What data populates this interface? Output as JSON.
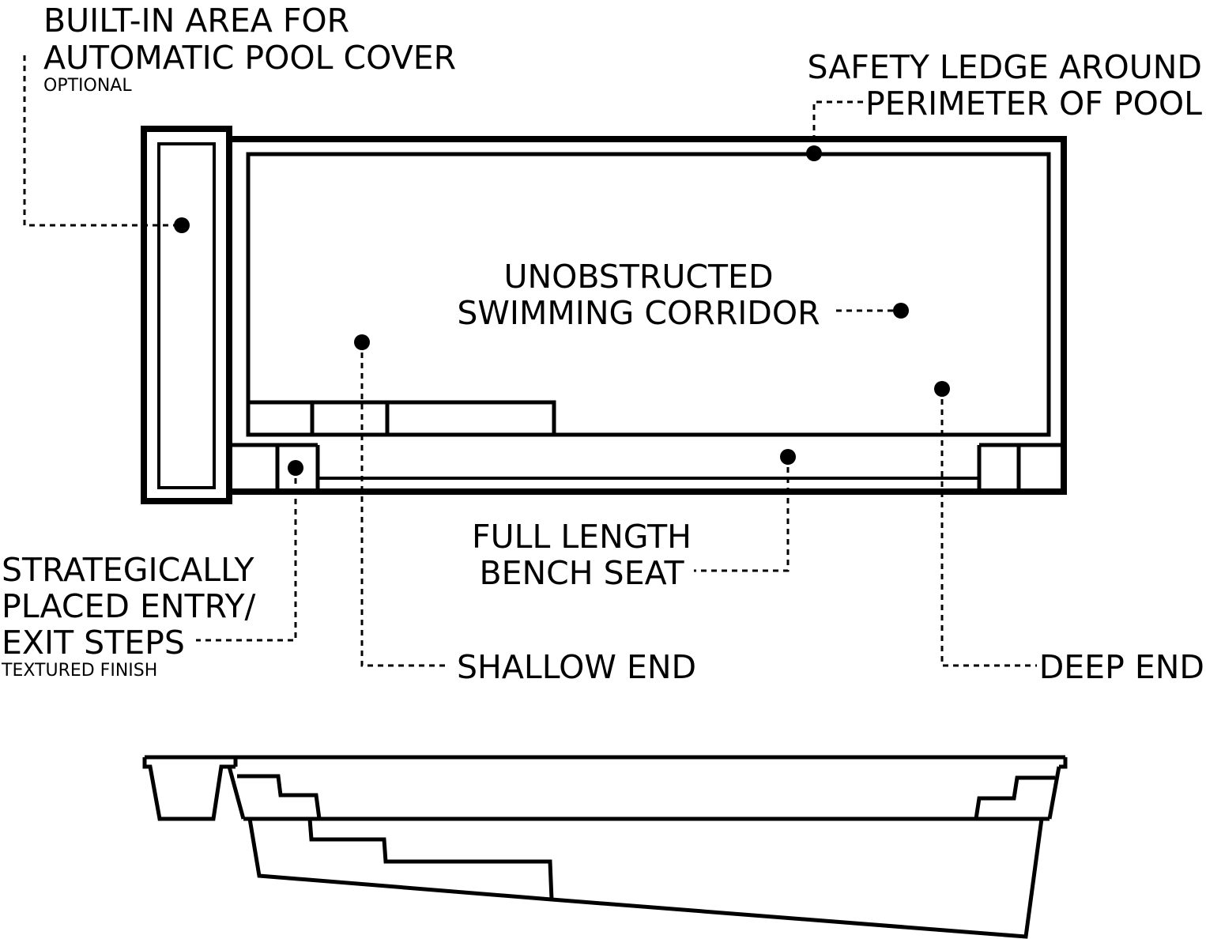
{
  "callouts": {
    "cover_area": {
      "line1": "BUILT-IN AREA FOR",
      "line2": "AUTOMATIC POOL COVER",
      "note": "OPTIONAL"
    },
    "safety_ledge": {
      "line1": "SAFETY LEDGE AROUND",
      "line2": "PERIMETER OF POOL"
    },
    "swimming_corridor": {
      "line1": "UNOBSTRUCTED",
      "line2": "SWIMMING CORRIDOR"
    },
    "bench_seat": {
      "line1": "FULL LENGTH",
      "line2": "BENCH SEAT"
    },
    "entry_steps": {
      "line1": "STRATEGICALLY",
      "line2": "PLACED ENTRY/",
      "line3": "EXIT STEPS",
      "note": "TEXTURED FINISH"
    },
    "shallow_end": {
      "label": "SHALLOW END"
    },
    "deep_end": {
      "label": "DEEP END"
    }
  },
  "colors": {
    "line": "#000000",
    "background": "#ffffff"
  }
}
